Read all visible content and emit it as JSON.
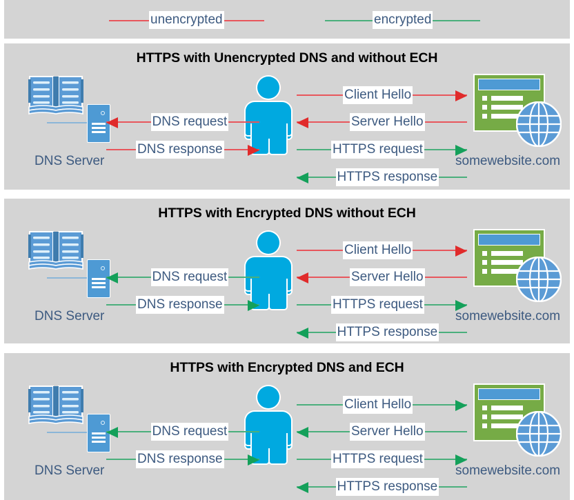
{
  "legend": {
    "items": [
      {
        "label": "unencrypted",
        "color": "#e8565c",
        "name": "legend-unencrypted"
      },
      {
        "label": "encrypted",
        "color": "#4aaf7c",
        "name": "legend-encrypted"
      }
    ]
  },
  "colors": {
    "panel_background": "#d4d4d4",
    "page_background": "#ffffff",
    "unencrypted": "#e8565c",
    "encrypted": "#4aaf7c",
    "arrow_unencrypted": "#e02b2b",
    "arrow_encrypted": "#14a05a",
    "label_text": "#3d5a80",
    "title_text": "#000000",
    "person": "#00a9e0",
    "server_blue": "#4e9ad4",
    "website_green": "#76ab46"
  },
  "nodes": {
    "dns_server_label": "DNS Server",
    "website_label": "somewebsite.com",
    "dns_icon_name": "dns-server-icon",
    "person_icon_name": "user-person-icon",
    "website_icon_name": "website-globe-icon"
  },
  "panels": [
    {
      "id": "panel-1",
      "title": "HTTPS with Unencrypted DNS and without ECH",
      "dns_flows": [
        {
          "label": "DNS request",
          "direction": "left",
          "encryption": "unencrypted"
        },
        {
          "label": "DNS response",
          "direction": "right",
          "encryption": "unencrypted"
        }
      ],
      "web_flows": [
        {
          "label": "Client Hello",
          "direction": "right",
          "encryption": "unencrypted"
        },
        {
          "label": "Server Hello",
          "direction": "left",
          "encryption": "unencrypted"
        },
        {
          "label": "HTTPS request",
          "direction": "right",
          "encryption": "encrypted"
        },
        {
          "label": "HTTPS response",
          "direction": "left",
          "encryption": "encrypted"
        }
      ]
    },
    {
      "id": "panel-2",
      "title": "HTTPS with Encrypted DNS without ECH",
      "dns_flows": [
        {
          "label": "DNS request",
          "direction": "left",
          "encryption": "encrypted"
        },
        {
          "label": "DNS response",
          "direction": "right",
          "encryption": "encrypted"
        }
      ],
      "web_flows": [
        {
          "label": "Client Hello",
          "direction": "right",
          "encryption": "unencrypted"
        },
        {
          "label": "Server Hello",
          "direction": "left",
          "encryption": "unencrypted"
        },
        {
          "label": "HTTPS request",
          "direction": "right",
          "encryption": "encrypted"
        },
        {
          "label": "HTTPS response",
          "direction": "left",
          "encryption": "encrypted"
        }
      ]
    },
    {
      "id": "panel-3",
      "title": "HTTPS with Encrypted DNS and ECH",
      "dns_flows": [
        {
          "label": "DNS request",
          "direction": "left",
          "encryption": "encrypted"
        },
        {
          "label": "DNS response",
          "direction": "right",
          "encryption": "encrypted"
        }
      ],
      "web_flows": [
        {
          "label": "Client Hello",
          "direction": "right",
          "encryption": "encrypted"
        },
        {
          "label": "Server Hello",
          "direction": "left",
          "encryption": "encrypted"
        },
        {
          "label": "HTTPS request",
          "direction": "right",
          "encryption": "encrypted"
        },
        {
          "label": "HTTPS response",
          "direction": "left",
          "encryption": "encrypted"
        }
      ]
    }
  ]
}
